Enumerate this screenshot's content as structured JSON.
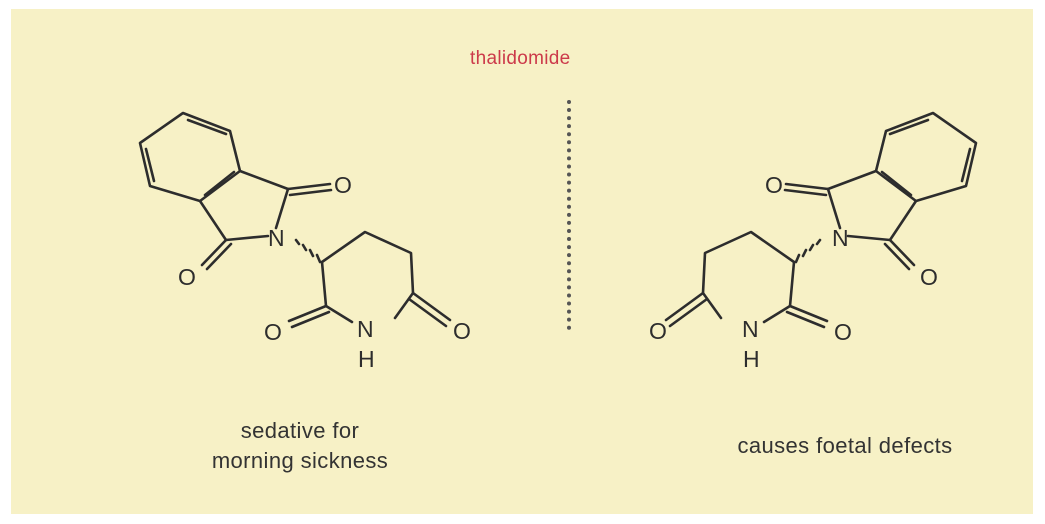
{
  "title": "thalidomide",
  "left_molecule": {
    "caption_line1": "sedative for",
    "caption_line2": "morning sickness",
    "atoms": {
      "o_top": "O",
      "o_bottom": "O",
      "n_imide": "N",
      "o_left": "O",
      "nh_n": "N",
      "nh_h": "H",
      "o_right": "O"
    }
  },
  "right_molecule": {
    "caption": "causes foetal defects",
    "atoms": {
      "o_top": "O",
      "o_bottom": "O",
      "n_imide": "N",
      "o_left": "O",
      "nh_n": "N",
      "nh_h": "H",
      "o_right": "O"
    }
  },
  "colors": {
    "background": "#f7f1c6",
    "title": "#cc3a4a",
    "ink": "#2d2d2d"
  }
}
